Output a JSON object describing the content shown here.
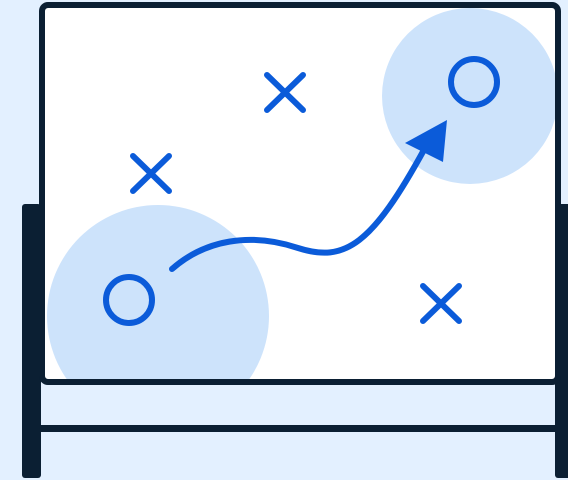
{
  "colors": {
    "background": "#e3f0ff",
    "board": "#ffffff",
    "frame": "#0b1f33",
    "highlight_zone": "#cde3fb",
    "play_mark": "#0b5bd9"
  },
  "icons": {
    "board": "strategy-whiteboard",
    "attacker_marks": "x-mark",
    "target_marks": "o-mark",
    "play_path": "curved-arrow"
  }
}
